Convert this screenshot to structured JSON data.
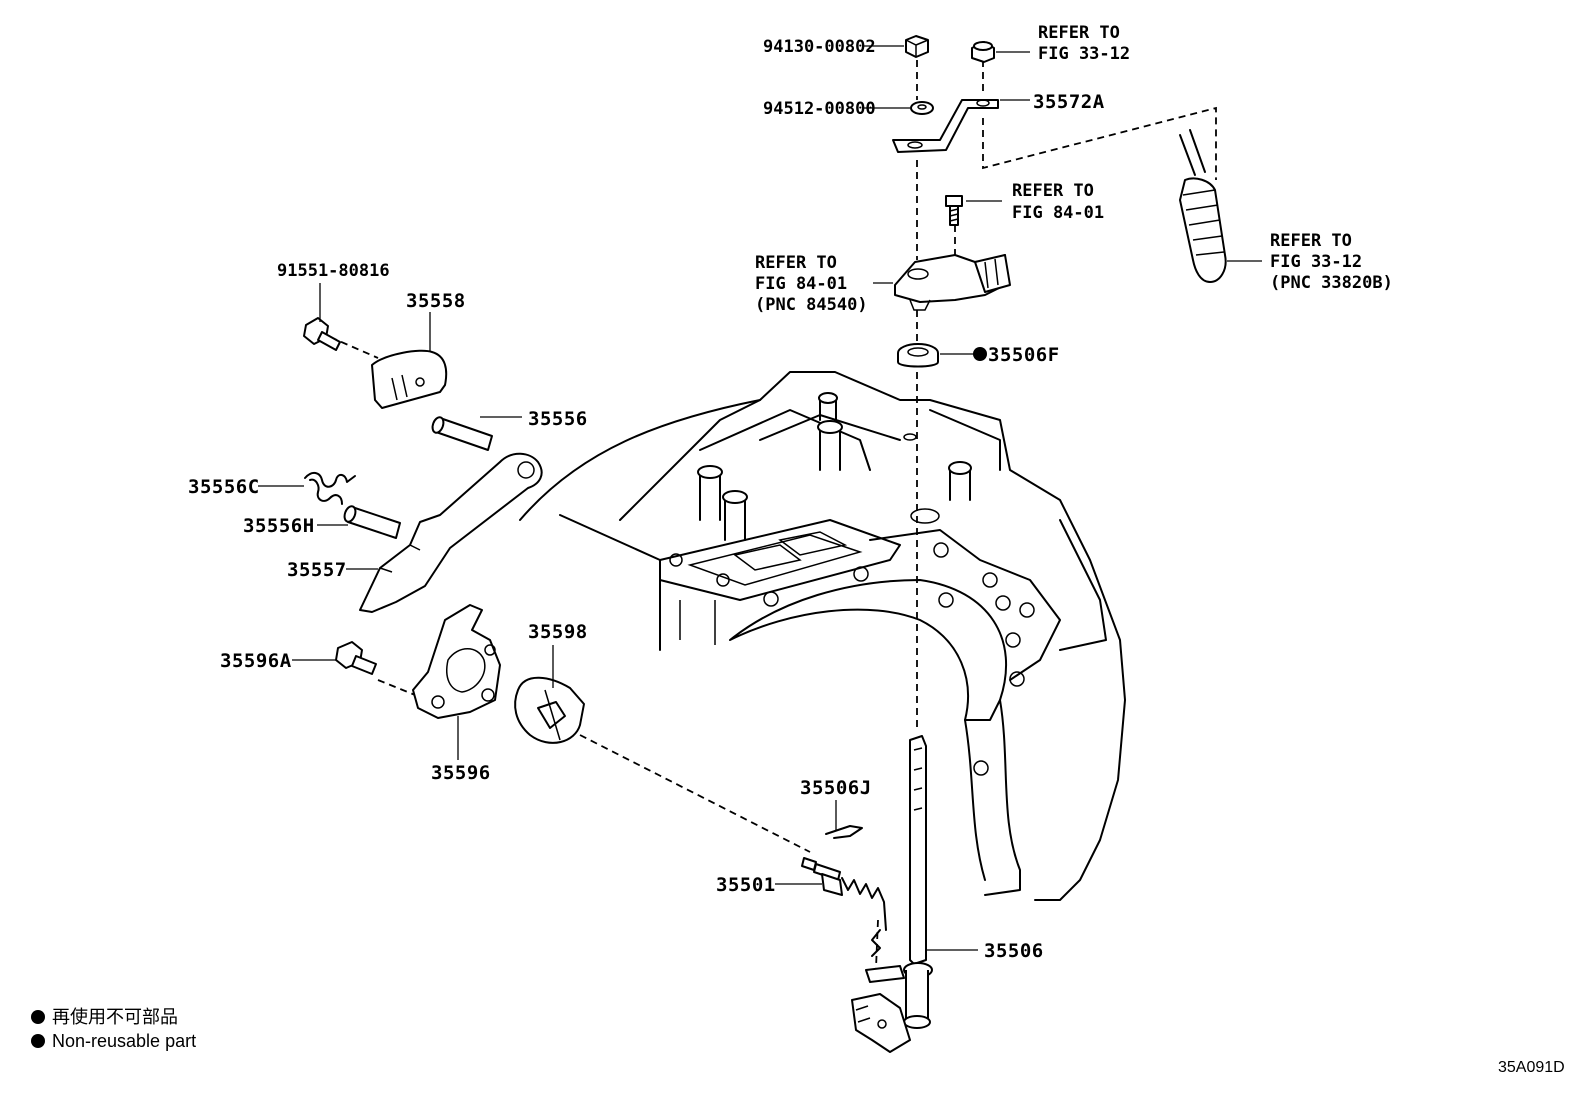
{
  "labels": {
    "p94130": "94130-00802",
    "p94512": "94512-00800",
    "p35572A": "35572A",
    "p91551": "91551-80816",
    "p35558": "35558",
    "p35556": "35556",
    "p35556C": "35556C",
    "p35556H": "35556H",
    "p35557": "35557",
    "p35596A": "35596A",
    "p35596": "35596",
    "p35598": "35598",
    "p35506F": "35506F",
    "p35506J": "35506J",
    "p35501": "35501",
    "p35506": "35506"
  },
  "refs": {
    "refer_to": "REFER TO",
    "fig_33_12": "FIG 33-12",
    "fig_84_01": "FIG 84-01",
    "pnc_84540": "(PNC 84540)",
    "pnc_33820b": "(PNC 33820B)"
  },
  "legend": {
    "japanese": "再使用不可部品",
    "english": "Non-reusable part"
  },
  "diagram_code": "35A091D"
}
